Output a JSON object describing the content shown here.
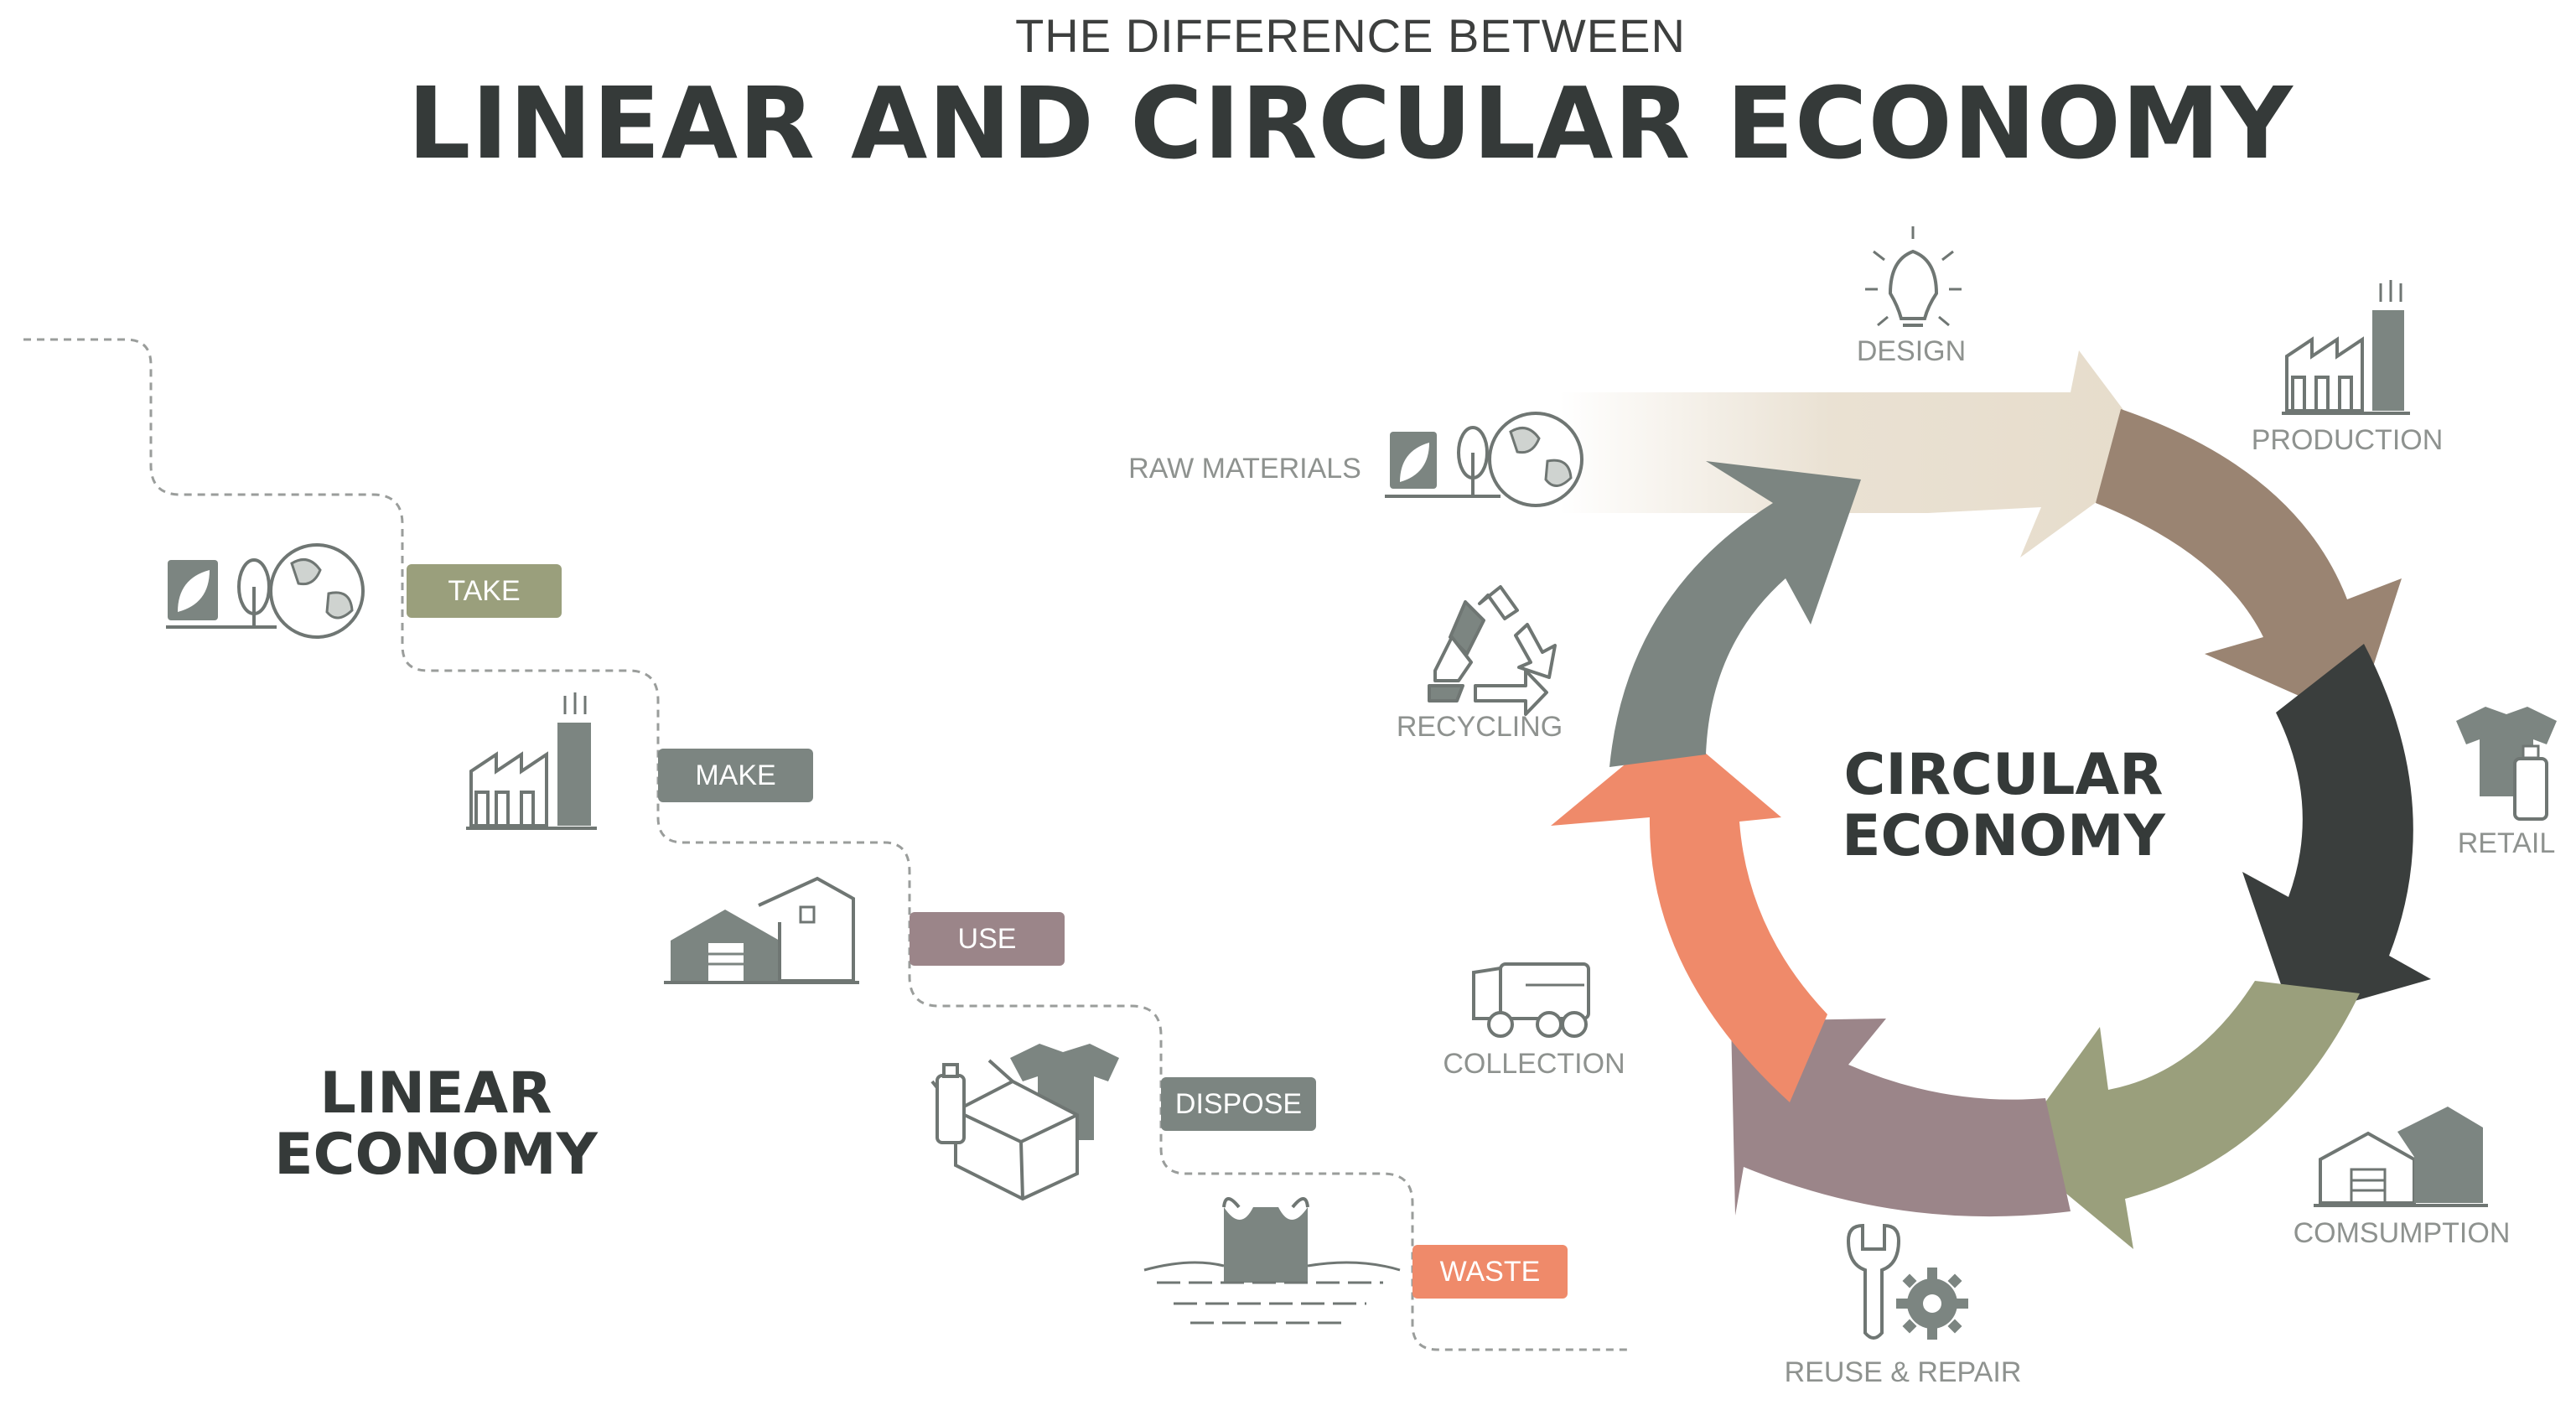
{
  "header": {
    "subtitle": "THE DIFFERENCE BETWEEN",
    "title": "LINEAR AND CIRCULAR ECONOMY"
  },
  "linear": {
    "label_line1": "LINEAR",
    "label_line2": "ECONOMY",
    "steps": [
      {
        "label": "TAKE",
        "color": "#9a9f7c",
        "icon": "raw-materials-icon"
      },
      {
        "label": "MAKE",
        "color": "#7c8581",
        "icon": "factory-icon"
      },
      {
        "label": "USE",
        "color": "#9b8589",
        "icon": "house-icon"
      },
      {
        "label": "DISPOSE",
        "color": "#7c8581",
        "icon": "disposal-icon"
      },
      {
        "label": "WASTE",
        "color": "#ef8a6a",
        "icon": "waste-icon"
      }
    ]
  },
  "circular": {
    "label_line1": "CIRCULAR",
    "label_line2": "ECONOMY",
    "stages": [
      {
        "label": "DESIGN",
        "icon": "lightbulb-icon"
      },
      {
        "label": "PRODUCTION",
        "icon": "factory-icon"
      },
      {
        "label": "RETAIL",
        "icon": "tshirt-icon"
      },
      {
        "label": "COMSUMPTION",
        "icon": "house-icon"
      },
      {
        "label": "REUSE & REPAIR",
        "icon": "wrench-gear-icon"
      },
      {
        "label": "COLLECTION",
        "icon": "truck-icon"
      },
      {
        "label": "RECYCLING",
        "icon": "recycle-icon"
      },
      {
        "label": "RAW MATERIALS",
        "icon": "raw-materials-icon"
      }
    ],
    "arrow_colors": [
      "#e6dccb",
      "#9a8472",
      "#3a3e3d",
      "#9a9f7c",
      "#9b8589",
      "#ef8a6a",
      "#7c8581"
    ]
  }
}
